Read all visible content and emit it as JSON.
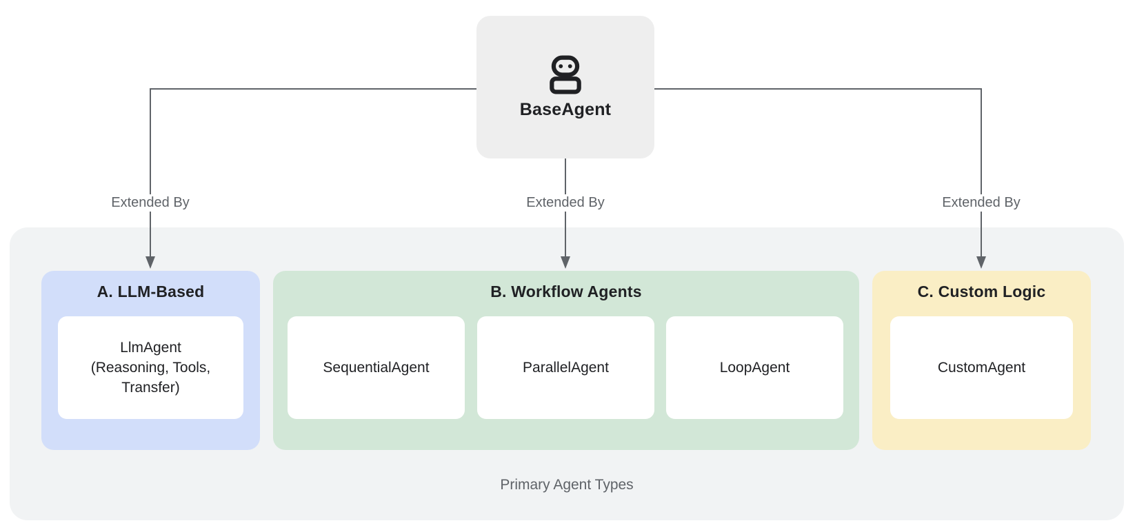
{
  "diagram": {
    "root": {
      "label": "BaseAgent",
      "icon": "robot-icon"
    },
    "edges": [
      {
        "label": "Extended By"
      },
      {
        "label": "Extended By"
      },
      {
        "label": "Extended By"
      }
    ],
    "groups": [
      {
        "title": "A. LLM-Based",
        "color": "#d2defa",
        "items": [
          {
            "label": "LlmAgent\n(Reasoning, Tools,\nTransfer)"
          }
        ]
      },
      {
        "title": "B. Workflow Agents",
        "color": "#d2e7d7",
        "items": [
          {
            "label": "SequentialAgent"
          },
          {
            "label": "ParallelAgent"
          },
          {
            "label": "LoopAgent"
          }
        ]
      },
      {
        "title": "C. Custom Logic",
        "color": "#faeec5",
        "items": [
          {
            "label": "CustomAgent"
          }
        ]
      }
    ],
    "caption": "Primary Agent Types",
    "colors": {
      "panel": "#f1f3f4",
      "root_node": "#eeeeee",
      "connector": "#5f6368",
      "text": "#202124",
      "muted_text": "#5f6368",
      "card": "#ffffff"
    }
  }
}
